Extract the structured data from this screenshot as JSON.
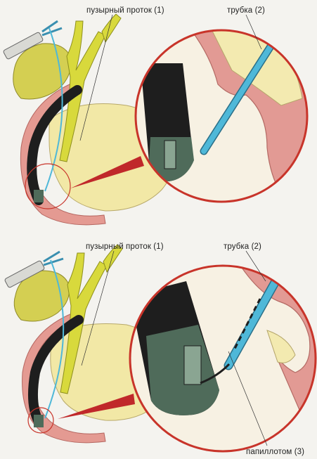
{
  "panels": [
    {
      "labels": {
        "cystic_duct": "пузырный проток (1)",
        "tube": "трубка (2)"
      }
    },
    {
      "labels": {
        "cystic_duct": "пузырный проток (1)",
        "tube": "трубка (2)",
        "papillotome": "папиллотом (3)"
      }
    }
  ],
  "colors": {
    "background": "#f4f3ef",
    "gallbladder": "#d4cf52",
    "bile_duct": "#d8d93c",
    "pancreas": "#f2e8a6",
    "duodenum_wall": "#e49a92",
    "endoscope": "#1e1e1e",
    "endoscope_tip": "#4f6b5a",
    "cannula": "#4fb8d8",
    "magnifier_ring": "#c8342a",
    "pointer_wedge": "#c0282a"
  }
}
